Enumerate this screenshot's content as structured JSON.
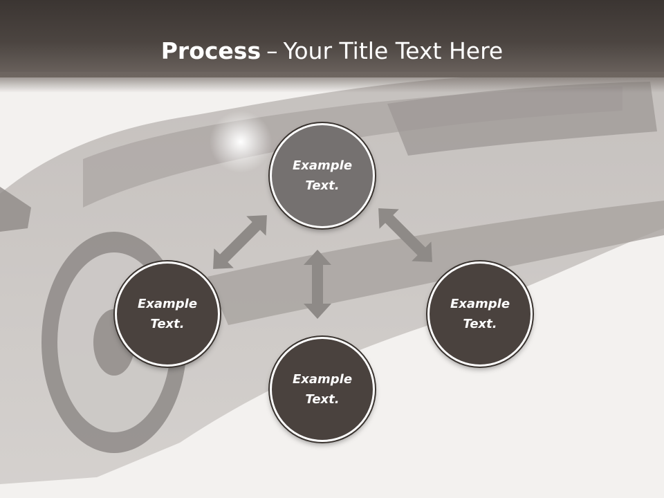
{
  "title": {
    "bold": "Process",
    "separator": "–",
    "rest": "Your Title Text Here"
  },
  "nodes": {
    "top": "Example Text.",
    "left": "Example Text.",
    "right": "Example Text.",
    "bottom": "Example Text."
  },
  "colors": {
    "title_band": "#3b3532",
    "node_dark": "#4a423e",
    "node_top": "#757170",
    "arrow": "#8e8a87",
    "text": "#ffffff"
  }
}
